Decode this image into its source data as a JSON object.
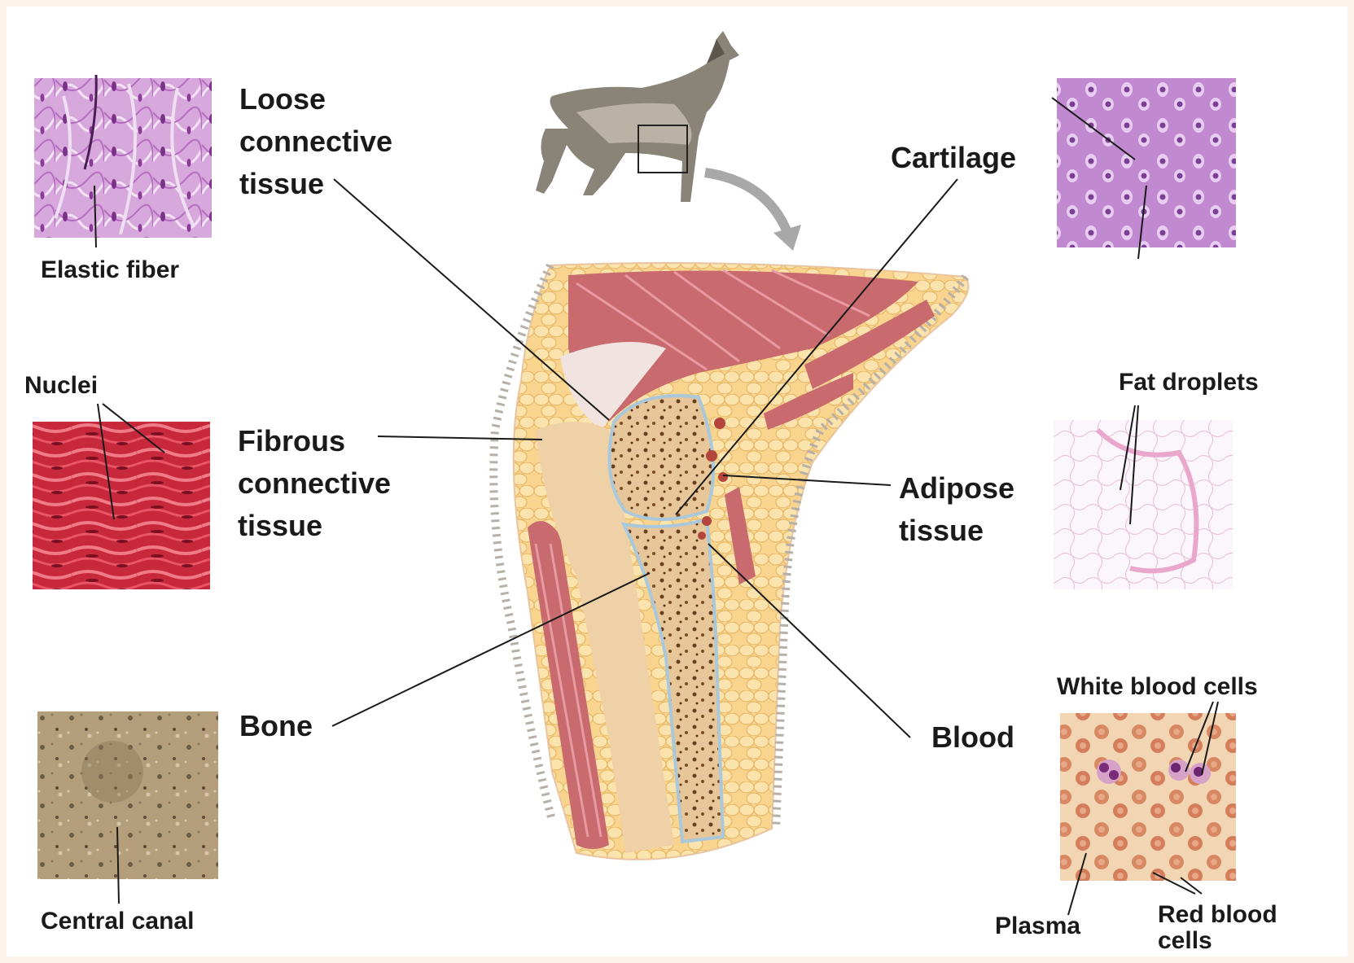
{
  "labels": {
    "loose_connective": [
      "Loose",
      "connective",
      "tissue"
    ],
    "fibrous_connective": [
      "Fibrous",
      "connective",
      "tissue"
    ],
    "bone": "Bone",
    "cartilage": "Cartilage",
    "adipose": [
      "Adipose",
      "tissue"
    ],
    "blood": "Blood"
  },
  "sublabels": {
    "elastic_fiber": "Elastic fiber",
    "nuclei": "Nuclei",
    "central_canal": "Central canal",
    "fat_droplets": "Fat droplets",
    "white_blood_cells": "White blood cells",
    "plasma": "Plasma",
    "red_blood_cells": [
      "Red blood",
      "cells"
    ]
  },
  "colors": {
    "loose_tissue": "#c98bd0",
    "fibrous_tissue": "#d9344a",
    "bone_tissue": "#a89070",
    "cartilage_tissue": "#c58fd1",
    "adipose_tissue": "#f6eef6",
    "blood_tissue": "#e6a88c",
    "muscle": "#c96a6f",
    "fat": "#f6cc82",
    "leader_line": "#1a1a1a",
    "arrow": "#a8a8a8"
  }
}
